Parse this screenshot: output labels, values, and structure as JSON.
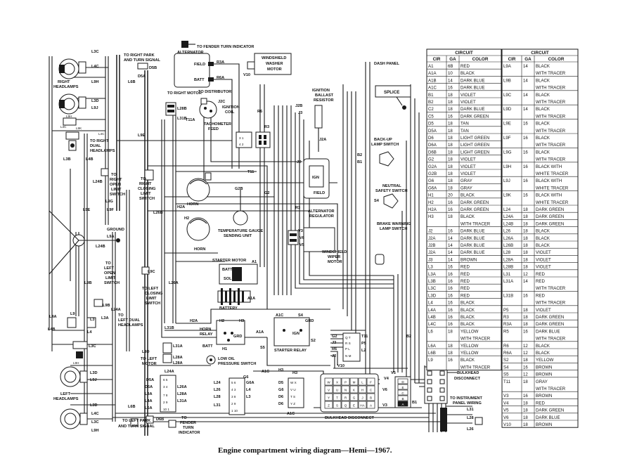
{
  "caption": "Engine compartment wiring diagram—Hemi—1967.",
  "labels": {
    "fender_turn": "TO FENDER TURN INDICATOR",
    "alternator": "ALTERNATOR",
    "field": "FIELD",
    "batt": "BATT",
    "to_right_park_1": "TO RIGHT PARK",
    "to_right_park_2": "AND TURN SIGNAL",
    "washer_1": "WINDSHIELD",
    "washer_2": "WASHER",
    "washer_3": "MOTOR",
    "dash_panel": "DASH PANEL",
    "splice": "SPLICE",
    "right_headlamps_1": "RIGHT",
    "right_headlamps_2": "HEADLAMPS",
    "to_right_motor": "TO RIGHT MOTOR",
    "to_distributor": "TO DISTRIBUTOR",
    "ignition_coil_1": "IGNITION",
    "ignition_coil_2": "COIL",
    "ballast_1": "IGNITION",
    "ballast_2": "BALLAST",
    "ballast_3": "RESISTOR",
    "tach_1": "TACHOMETER",
    "tach_2": "FEED",
    "to_right_dual_1": "TO RIGHT",
    "to_right_dual_2": "DUAL",
    "to_right_dual_3": "HEADLAMPS",
    "backup_1": "BACK-UP",
    "backup_2": "LAMP SWITCH",
    "to_right_closing_1": "TO",
    "to_right_closing_2": "RIGHT",
    "to_right_closing_3": "CLOSING",
    "to_right_closing_4": "LIMIT",
    "to_right_closing_5": "SWITCH",
    "to_right_open_1": "TO",
    "to_right_open_2": "RIGHT",
    "to_right_open_3": "OPEN",
    "to_right_open_4": "LIMIT",
    "to_right_open_5": "SWITCH",
    "ign": "IGN",
    "field2": "FIELD",
    "neutral_1": "NEUTRAL",
    "neutral_2": "SAFETY SWITCH",
    "horn": "HORN",
    "horn2": "HORN",
    "temp_1": "TEMPERATURE GAUGE",
    "temp_2": "SENDING UNIT",
    "alt_reg_1": "ALTERNATOR",
    "alt_reg_2": "REGULATOR",
    "brake_1": "BRAKE WARNING",
    "brake_2": "LAMP SWITCH",
    "ground": "GROUND",
    "wiper_1": "WINDSHIELD",
    "wiper_2": "WIPER",
    "wiper_3": "MOTOR",
    "starter_motor": "STARTER MOTOR",
    "batt2": "BATT",
    "sol": "SOL",
    "battery": "BATTERY",
    "to_left_open_1": "TO",
    "to_left_open_2": "LEFT",
    "to_left_open_3": "OPEN",
    "to_left_open_4": "LIMIT",
    "to_left_open_5": "SWITCH",
    "to_left_closing_1": "TO LEFT",
    "to_left_closing_2": "CLOSING",
    "to_left_closing_3": "LIMIT",
    "to_left_closing_4": "SWITCH",
    "to_left_dual_1": "TO",
    "to_left_dual_2": "LEFT DUAL",
    "to_left_dual_3": "HEADLAMPS",
    "horn_relay_1": "HORN",
    "horn_relay_2": "RELAY",
    "batt3": "BATT",
    "grd": "GRD",
    "ign2": "IGN",
    "starter_relay": "STARTER RELAY",
    "to_left_motor_1": "TO LEFT",
    "to_left_motor_2": "MOTOR",
    "low_oil_1": "LOW OIL",
    "low_oil_2": "PRESSURE SWITCH",
    "bulkhead_1": "BULKHEAD",
    "bulkhead_2": "DISCONNECT",
    "left_headlamps_1": "LEFT",
    "left_headlamps_2": "HEADLAMPS",
    "bulkhead_disconnect": "BULKHEAD DISCONNECT",
    "to_instrument_1": "TO INSTRUMENT",
    "to_instrument_2": "PANEL WIRING",
    "to_left_park_1": "TO LEFT PARK",
    "to_left_park_2": "AND TURN SIGNAL",
    "to_fender_1": "TO",
    "to_fender_2": "FENDER",
    "to_fender_3": "TURN",
    "to_fender_4": "INDICATOR"
  },
  "wire_codes": {
    "l3c": "L3C",
    "l4c": "L4C",
    "l9h": "L9H",
    "l3d": "L3D",
    "l9j": "L9J",
    "d5b": "D5B",
    "d5a": "D5A",
    "l6b": "L6B",
    "r3a": "R3A",
    "r6a": "R6A",
    "v10": "V10",
    "j2c": "J2C",
    "j2b": "J2B",
    "j3": "J3",
    "j2a": "J2A",
    "j2": "J2",
    "r6": "R6",
    "r3": "R3",
    "l28b": "L28B",
    "l31b": "L31B",
    "t11a": "T11A",
    "t11": "T11",
    "g2b": "G2B",
    "g2": "G2",
    "r3b": "R3",
    "b2": "B2",
    "b1": "B1",
    "s4": "S4",
    "l9f": "L9F",
    "l9g": "L9G",
    "l24b": "L24B",
    "l26b": "L26B",
    "l9e": "L9E",
    "l9k": "L9K",
    "l3b": "L3B",
    "l4b": "L4B",
    "h2a": "H2A",
    "h2": "H2",
    "l9a": "L9A",
    "l9b": "L9B",
    "l9c": "L9C",
    "l26a": "L26A",
    "l24a": "L24A",
    "v3": "V3",
    "v6": "V6",
    "v5": "V5",
    "a1": "A1",
    "a1a": "A1A",
    "h3": "H3",
    "a1c": "A1C",
    "s4b": "S4",
    "s5": "S5",
    "s2": "S2",
    "g2c": "G2",
    "j3b": "J3",
    "r6b": "R6",
    "j2d": "J2",
    "t11b": "T11",
    "p5": "P5",
    "l2": "L2",
    "v10b": "V10",
    "l4a": "L4A",
    "l9": "L9",
    "l3": "L3",
    "l3a": "L3A",
    "l4": "L4",
    "l31a": "L31A",
    "l28a": "L28A",
    "d5a2": "D5A",
    "d6a": "D6A",
    "l3a2": "L3A",
    "l6a": "L6A",
    "l6b2": "L6B",
    "d6b": "D6B",
    "l26a2": "L26A",
    "l28a2": "L28A",
    "l31a2": "L31A",
    "l24": "L24",
    "l26": "L26",
    "l28": "L28",
    "l31": "L31",
    "g6a": "G6A",
    "d5": "D5",
    "g6": "G6",
    "d6": "D6",
    "h3b": "H3",
    "a1c2": "A1C",
    "v4": "V4",
    "l31b2": "L31",
    "l28b2": "L28",
    "l26b2": "L26"
  },
  "bulkhead_pins": [
    "W",
    "X",
    "P",
    "M",
    "L",
    "F",
    "V",
    "U",
    "N",
    "K",
    "H",
    "C",
    "Y",
    "T",
    "R",
    "G",
    "J",
    "B",
    "Z",
    "S",
    "Q",
    "E",
    "HA",
    "A"
  ],
  "connector_right": [
    "D",
    "E",
    "C",
    "B",
    "A"
  ],
  "table_left": {
    "title": "CIRCUIT",
    "headers": [
      "CIR",
      "GA",
      "COLOR"
    ],
    "rows": [
      [
        "A1",
        "6B",
        "RED"
      ],
      [
        "A1A",
        "10",
        "BLACK"
      ],
      [
        "A1B",
        "14",
        "DARK BLUE"
      ],
      [
        "A1C",
        "16",
        "DARK BLUE"
      ],
      [
        "B1",
        "18",
        "VIOLET"
      ],
      [
        "B2",
        "18",
        "VIOLET"
      ],
      [
        "C2",
        "18",
        "DARK BLUE"
      ],
      [
        "C5",
        "16",
        "DARK GREEN"
      ],
      [
        "D5",
        "18",
        "TAN"
      ],
      [
        "D5A",
        "18",
        "TAN"
      ],
      [
        "D6",
        "18",
        "LIGHT GREEN"
      ],
      [
        "D6A",
        "18",
        "LIGHT GREEN"
      ],
      [
        "D6B",
        "18",
        "LIGHT GREEN"
      ],
      [
        "G2",
        "18",
        "VIOLET"
      ],
      [
        "G2A",
        "18",
        "VIOLET"
      ],
      [
        "G2B",
        "18",
        "VIOLET"
      ],
      [
        "G6",
        "18",
        "GRAY"
      ],
      [
        "G6A",
        "18",
        "GRAY"
      ],
      [
        "H1",
        "20",
        "BLACK"
      ],
      [
        "H2",
        "16",
        "DARK GREEN"
      ],
      [
        "H2A",
        "16",
        "DARK GREEN"
      ],
      [
        "H3",
        "18",
        "BLACK"
      ],
      [
        "",
        "",
        "WITH TRACER"
      ],
      [
        "J2",
        "16",
        "DARK BLUE"
      ],
      [
        "J2A",
        "14",
        "DARK BLUE"
      ],
      [
        "J2B",
        "14",
        "DARK BLUE"
      ],
      [
        "J2A",
        "14",
        "DARK BLUE"
      ],
      [
        "J3",
        "14",
        "BROWN"
      ],
      [
        "L3",
        "16",
        "RED"
      ],
      [
        "L3A",
        "16",
        "RED"
      ],
      [
        "L3B",
        "16",
        "RED"
      ],
      [
        "L3C",
        "16",
        "RED"
      ],
      [
        "L3D",
        "16",
        "RED"
      ],
      [
        "L4",
        "16",
        "BLACK"
      ],
      [
        "L4A",
        "16",
        "BLACK"
      ],
      [
        "L4B",
        "16",
        "BLACK"
      ],
      [
        "L4C",
        "16",
        "BLACK"
      ],
      [
        "L6",
        "18",
        "YELLOW"
      ],
      [
        "",
        "",
        "WITH TRACER"
      ],
      [
        "L6A",
        "18",
        "YELLOW"
      ],
      [
        "L6B",
        "18",
        "YELLOW"
      ],
      [
        "L9",
        "16",
        "BLACK"
      ],
      [
        "",
        "",
        "WITH TRACER"
      ]
    ]
  },
  "table_right": {
    "title": "CIRCUIT",
    "headers": [
      "CIR",
      "GA",
      "COLOR"
    ],
    "rows": [
      [
        "L9A",
        "14",
        "BLACK"
      ],
      [
        "",
        "",
        "WITH TRACER"
      ],
      [
        "L9B",
        "14",
        "BLACK"
      ],
      [
        "",
        "",
        "WITH TRACER"
      ],
      [
        "L9C",
        "14",
        "BLACK"
      ],
      [
        "",
        "",
        "WITH TRACER"
      ],
      [
        "L9D",
        "14",
        "BLACK"
      ],
      [
        "",
        "",
        "WITH TRACER"
      ],
      [
        "L9E",
        "16",
        "BLACK"
      ],
      [
        "",
        "",
        "WITH TRACER"
      ],
      [
        "L9F",
        "16",
        "BLACK"
      ],
      [
        "",
        "",
        "WITH TRACER"
      ],
      [
        "L9G",
        "16",
        "BLACK"
      ],
      [
        "",
        "",
        "WITH TRACER"
      ],
      [
        "L9H",
        "16",
        "BLACK WITH"
      ],
      [
        "",
        "",
        "WHITE TRACER"
      ],
      [
        "L9J",
        "16",
        "BLACK WITH"
      ],
      [
        "",
        "",
        "WHITE TRACER"
      ],
      [
        "L9K",
        "16",
        "BLACK WITH"
      ],
      [
        "",
        "",
        "WHITE TRACER"
      ],
      [
        "L24",
        "18",
        "DARK GREEN"
      ],
      [
        "L24A",
        "18",
        "DARK GREEN"
      ],
      [
        "L24B",
        "18",
        "DARK GREEN"
      ],
      [
        "L26",
        "18",
        "BLACK"
      ],
      [
        "L26A",
        "18",
        "BLACK"
      ],
      [
        "L26B",
        "18",
        "BLACK"
      ],
      [
        "L28",
        "18",
        "VIOLET"
      ],
      [
        "L28A",
        "18",
        "VIOLET"
      ],
      [
        "L28B",
        "18",
        "VIOLET"
      ],
      [
        "L31",
        "12",
        "RED"
      ],
      [
        "L31A",
        "14",
        "RED"
      ],
      [
        "",
        "",
        "WITH TRACER"
      ],
      [
        "L31B",
        "16",
        "RED"
      ],
      [
        "",
        "",
        "WITH TRACER"
      ],
      [
        "P5",
        "18",
        "VIOLET"
      ],
      [
        "R3",
        "18",
        "DARK GREEN"
      ],
      [
        "R3A",
        "18",
        "DARK GREEN"
      ],
      [
        "R5",
        "16",
        "DARK BLUE"
      ],
      [
        "",
        "",
        "WITH TRACER"
      ],
      [
        "R6",
        "12",
        "BLACK"
      ],
      [
        "R6A",
        "12",
        "BLACK"
      ],
      [
        "S2",
        "18",
        "YELLOW"
      ],
      [
        "S4",
        "16",
        "BROWN"
      ],
      [
        "S5",
        "12",
        "BROWN"
      ],
      [
        "T11",
        "18",
        "GRAY"
      ],
      [
        "",
        "",
        "WITH TRACER"
      ],
      [
        "V3",
        "16",
        "BROWN"
      ],
      [
        "V4",
        "18",
        "RED"
      ],
      [
        "V5",
        "18",
        "DARK GREEN"
      ],
      [
        "V6",
        "18",
        "DARK BLUE"
      ],
      [
        "V10",
        "18",
        "BROWN"
      ]
    ]
  }
}
